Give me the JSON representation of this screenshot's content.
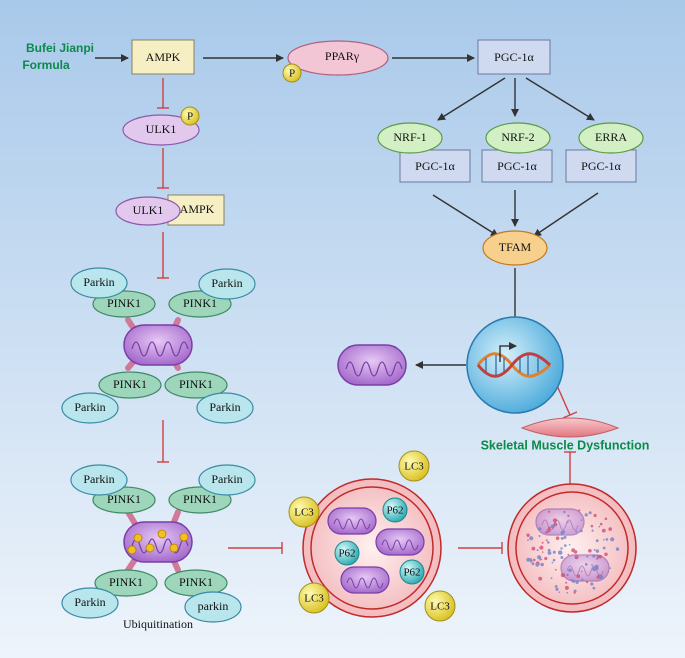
{
  "colors": {
    "background_top": "#a9c9ea",
    "background_bottom": "#eef4fb",
    "box_yellow": "#f6efc4",
    "box_blue": "#cfdaf0",
    "ellipse_pink": "#f3c6d6",
    "ellipse_purple": "#e2c8ec",
    "ellipse_green": "#d2f0c4",
    "ellipse_orange": "#f8d08e",
    "ellipse_teal": "#b8e6ec",
    "pink1_green": "#9ed6bc",
    "lc3_yellow": "#ecdc3c",
    "p62_teal": "#3cc0c0",
    "mitochondrion": "#a86cd0",
    "arrow_dark": "#333333",
    "arrow_red": "#d04040",
    "text_green": "#0b8a4a"
  },
  "labels": {
    "formula": [
      "Bufei Jianpi",
      "Formula"
    ],
    "ampk": "AMPK",
    "ppar": "PPARγ",
    "phospho": "P",
    "pgc": "PGC-1α",
    "ulk1": "ULK1",
    "nrf1": "NRF-1",
    "nrf2": "NRF-2",
    "erra": "ERRA",
    "tfam": "TFAM",
    "parkin": "Parkin",
    "parkin_lower": "parkin",
    "pink1": "PINK1",
    "lc3": "LC3",
    "p62": "P62",
    "ubiquitination": "Ubiquitination",
    "skeletal": "Skeletal Muscle Dysfunction"
  }
}
